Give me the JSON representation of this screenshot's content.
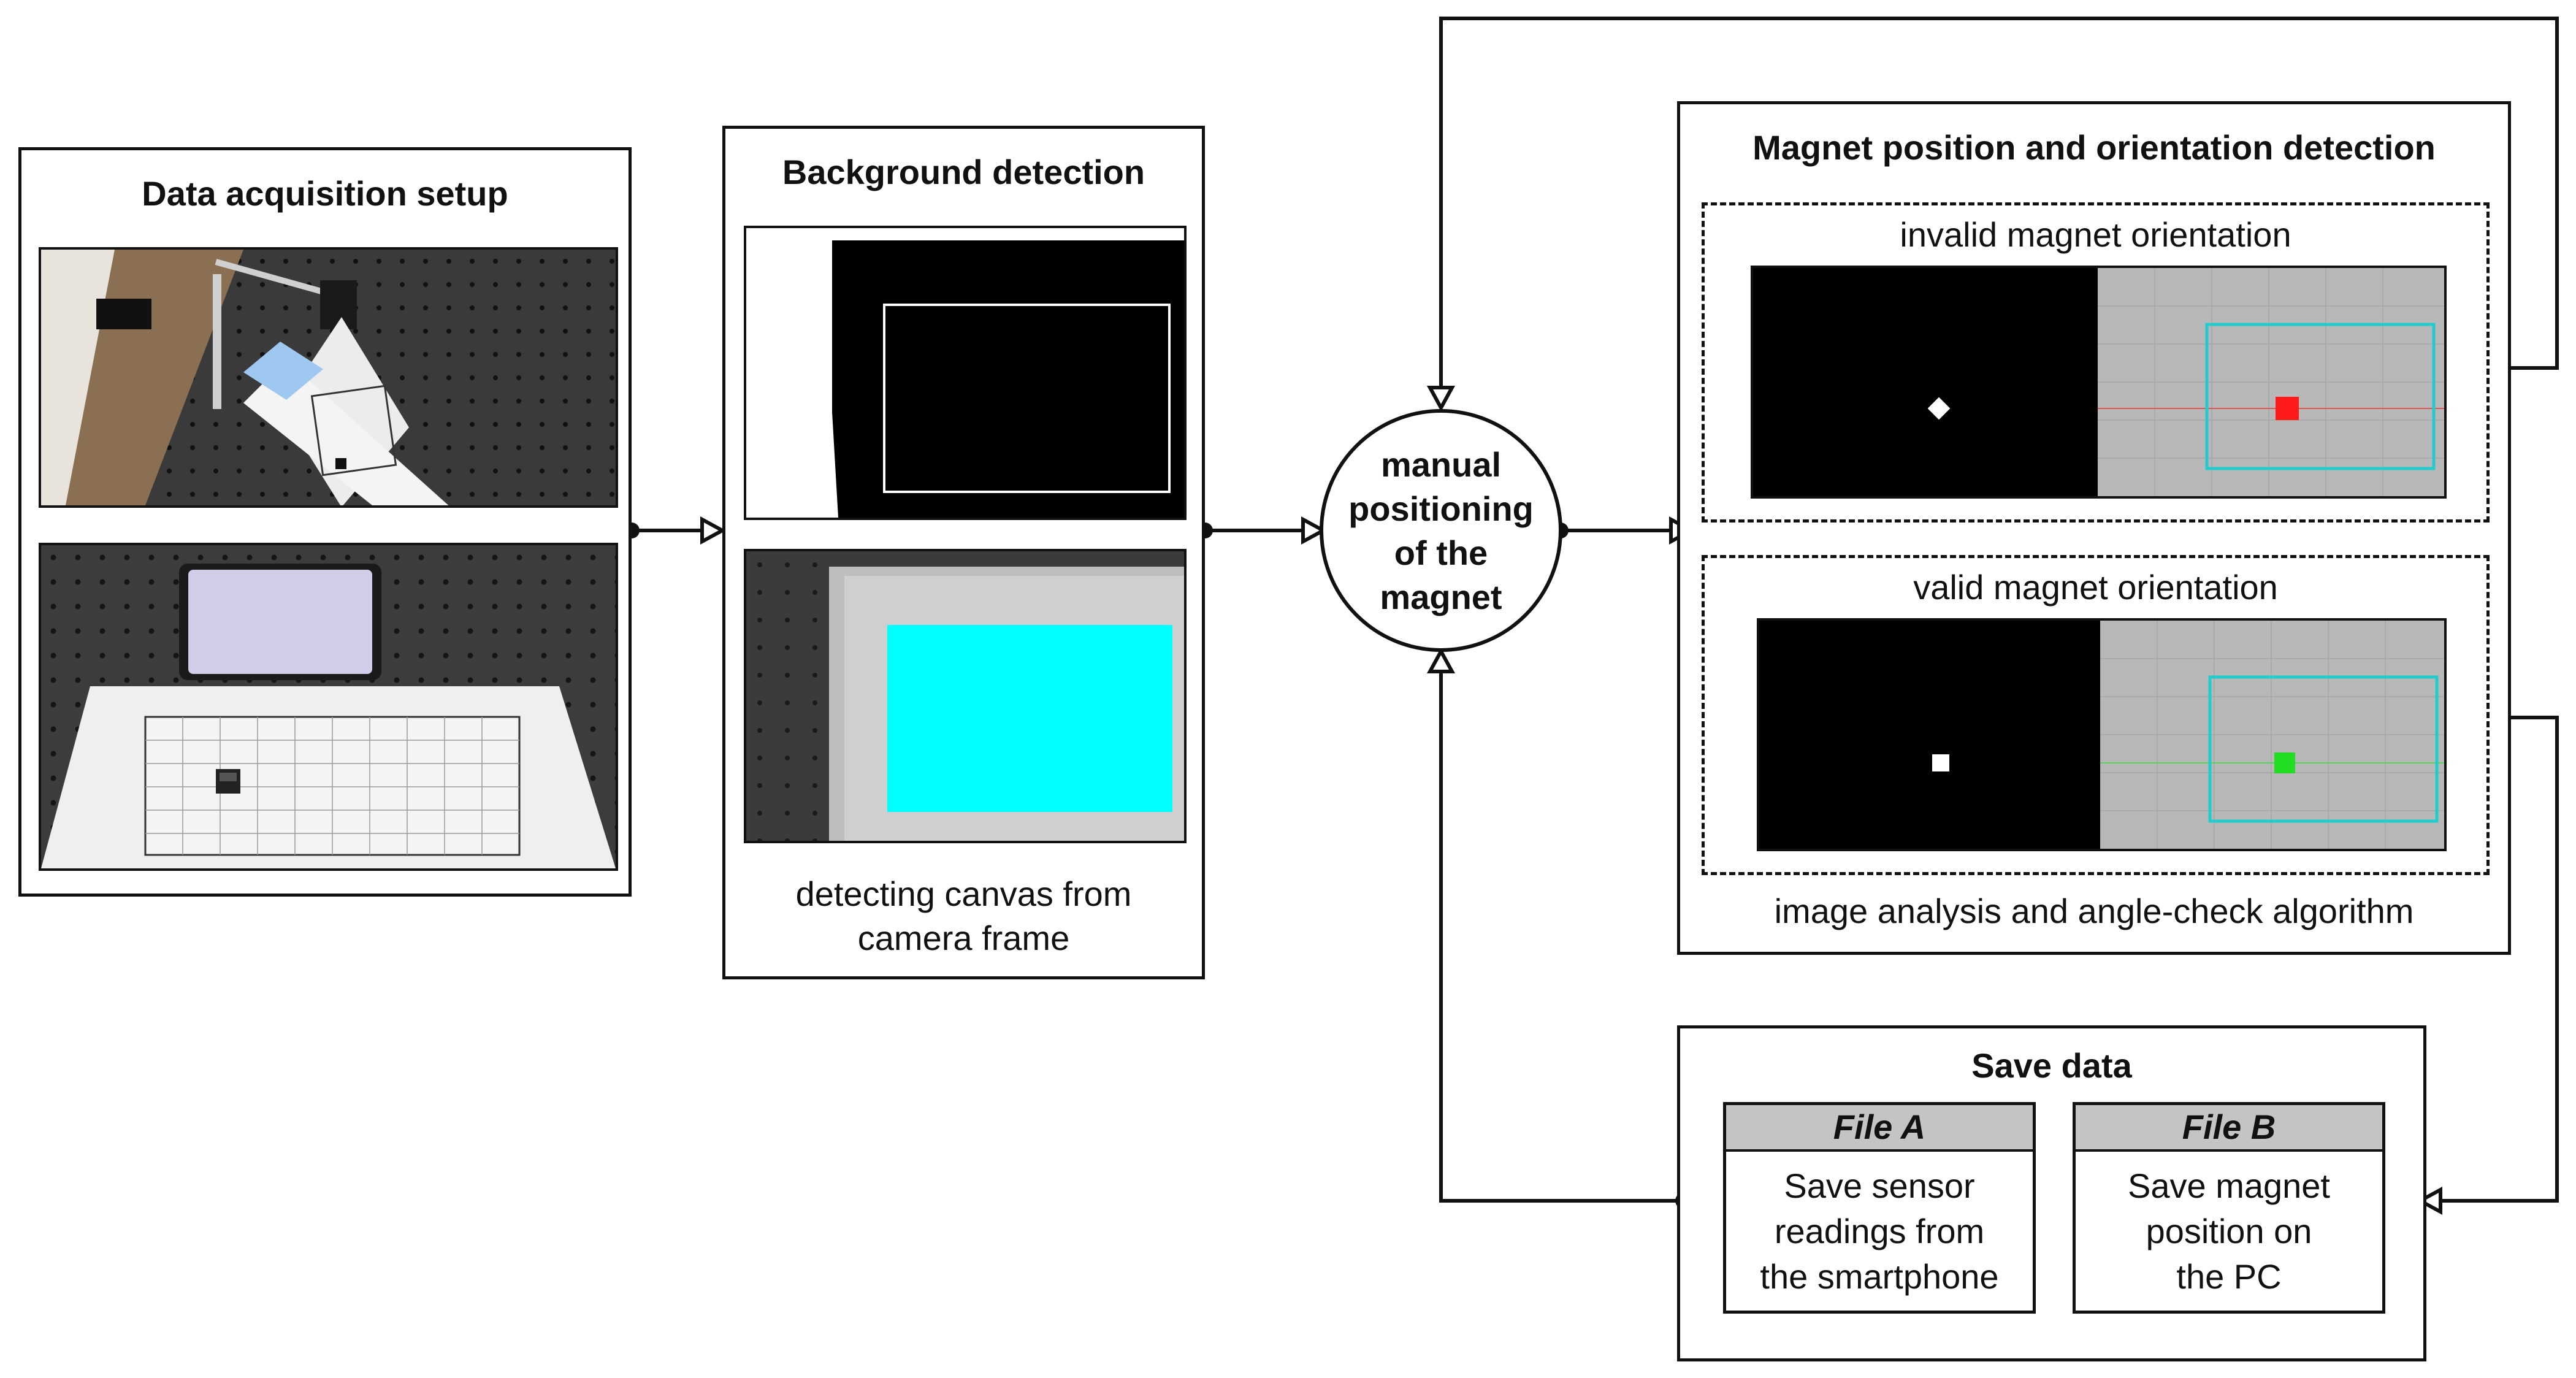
{
  "acquisition": {
    "title": "Data acquisition setup"
  },
  "background": {
    "title": "Background detection",
    "caption_line1": "detecting canvas from",
    "caption_line2": "camera frame"
  },
  "manual": {
    "line1": "manual",
    "line2": "positioning",
    "line3": "of the",
    "line4": "magnet"
  },
  "detection": {
    "title": "Magnet position and orientation detection",
    "invalid_label": "invalid magnet orientation",
    "valid_label": "valid magnet orientation",
    "caption": "image analysis and angle-check algorithm"
  },
  "save": {
    "title": "Save data",
    "file_a": {
      "header": "File A",
      "line1": "Save sensor",
      "line2": "readings from",
      "line3": "the smartphone"
    },
    "file_b": {
      "header": "File B",
      "line1": "Save magnet",
      "line2": "position on",
      "line3": "the PC"
    }
  },
  "colors": {
    "canvas_cyan": "#00ffff",
    "invalid_marker": "#ff1a1a",
    "valid_marker": "#22dd22",
    "outline": "#111111"
  }
}
